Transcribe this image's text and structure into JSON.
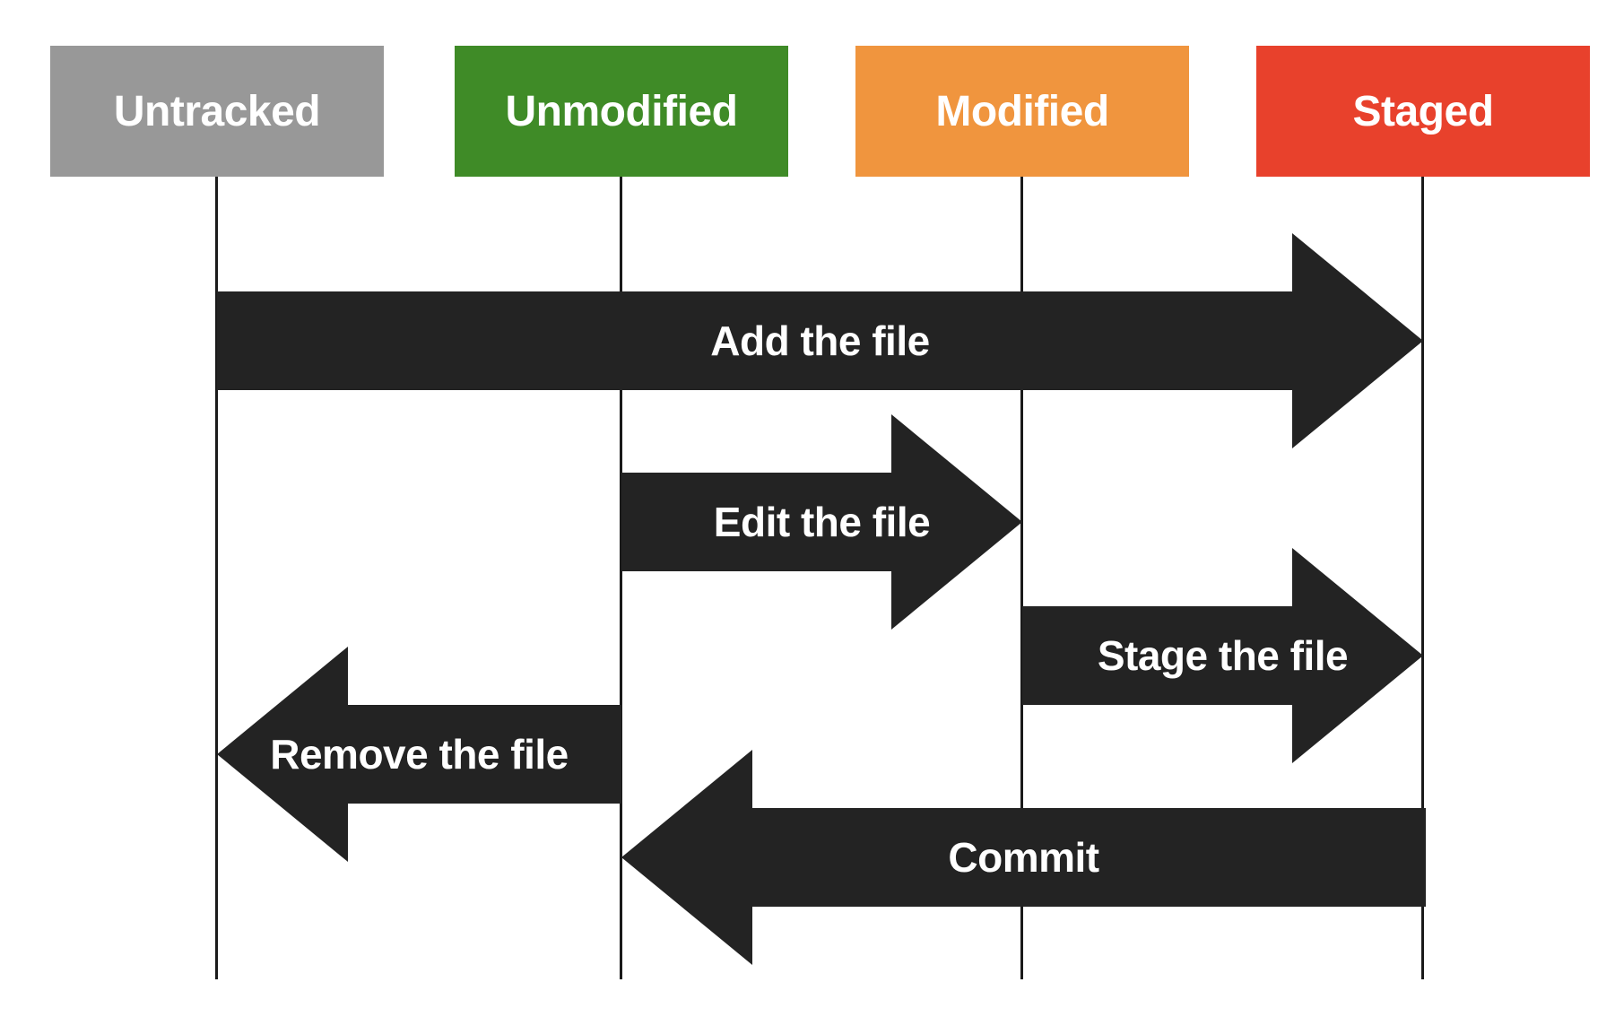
{
  "colors": {
    "arrow": "#232323",
    "line": "#1a1a1a",
    "background": "#ffffff",
    "label_text": "#ffffff",
    "untracked": "#989898",
    "unmodified": "#3f8b27",
    "modified": "#f0953e",
    "staged": "#e8412c"
  },
  "boxes": [
    {
      "label": "Untracked",
      "color": "#989898"
    },
    {
      "label": "Unmodified",
      "color": "#3f8b27"
    },
    {
      "label": "Modified",
      "color": "#f0953e"
    },
    {
      "label": "Staged",
      "color": "#e8412c"
    }
  ],
  "arrows": [
    {
      "label": "Add the file",
      "direction": "right",
      "from": "Untracked",
      "to": "Staged"
    },
    {
      "label": "Edit the file",
      "direction": "right",
      "from": "Unmodified",
      "to": "Modified"
    },
    {
      "label": "Stage the file",
      "direction": "right",
      "from": "Modified",
      "to": "Staged"
    },
    {
      "label": "Remove the file",
      "direction": "left",
      "from": "Unmodified",
      "to": "Untracked"
    },
    {
      "label": "Commit",
      "direction": "left",
      "from": "Staged",
      "to": "Unmodified"
    }
  ]
}
